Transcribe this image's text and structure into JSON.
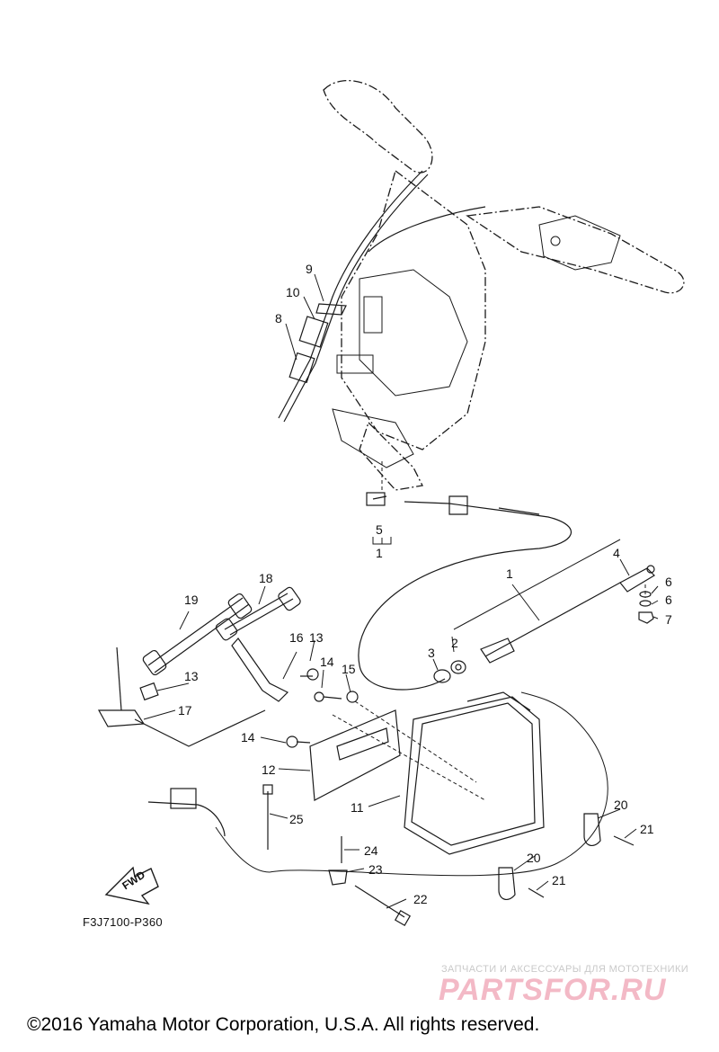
{
  "diagram": {
    "callouts": [
      {
        "id": "1",
        "text": "1"
      },
      {
        "id": "1b",
        "text": "1"
      },
      {
        "id": "2",
        "text": "2"
      },
      {
        "id": "3",
        "text": "3"
      },
      {
        "id": "4",
        "text": "4"
      },
      {
        "id": "5",
        "text": "5"
      },
      {
        "id": "6a",
        "text": "6"
      },
      {
        "id": "6b",
        "text": "6"
      },
      {
        "id": "7",
        "text": "7"
      },
      {
        "id": "8",
        "text": "8"
      },
      {
        "id": "9",
        "text": "9"
      },
      {
        "id": "10",
        "text": "10"
      },
      {
        "id": "11",
        "text": "11"
      },
      {
        "id": "12",
        "text": "12"
      },
      {
        "id": "13a",
        "text": "13"
      },
      {
        "id": "13b",
        "text": "13"
      },
      {
        "id": "14a",
        "text": "14"
      },
      {
        "id": "14b",
        "text": "14"
      },
      {
        "id": "15",
        "text": "15"
      },
      {
        "id": "16",
        "text": "16"
      },
      {
        "id": "17",
        "text": "17"
      },
      {
        "id": "18",
        "text": "18"
      },
      {
        "id": "19",
        "text": "19"
      },
      {
        "id": "20a",
        "text": "20"
      },
      {
        "id": "20b",
        "text": "20"
      },
      {
        "id": "21a",
        "text": "21"
      },
      {
        "id": "21b",
        "text": "21"
      },
      {
        "id": "22",
        "text": "22"
      },
      {
        "id": "23",
        "text": "23"
      },
      {
        "id": "24",
        "text": "24"
      },
      {
        "id": "25",
        "text": "25"
      }
    ],
    "fwd_label": "FWD",
    "part_code": "F3J7100-P360"
  },
  "watermark": {
    "tagline": "ЗАПЧАСТИ И АКСЕССУАРЫ ДЛЯ МОТОТЕХНИКИ",
    "logo": "PARTSFOR.RU"
  },
  "footer": {
    "copyright": "©2016 Yamaha Motor Corporation, U.S.A. All rights reserved."
  },
  "colors": {
    "line": "#1a1a1a",
    "watermark_logo": "#f3b9c6",
    "watermark_text": "#c9c9c9"
  }
}
